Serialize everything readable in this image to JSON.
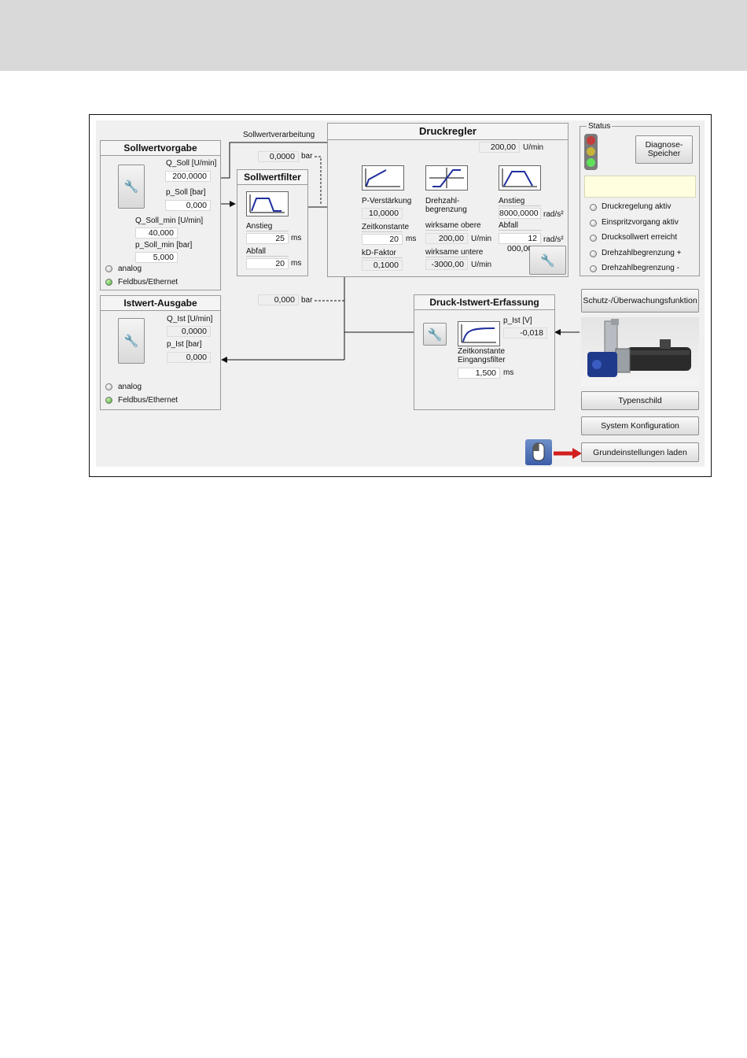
{
  "sollwertvorgabe": {
    "title": "Sollwertvorgabe",
    "q_soll_label": "Q_Soll [U/min]",
    "q_soll_value": "200,0000",
    "p_soll_label": "p_Soll [bar]",
    "p_soll_value": "0,000",
    "q_soll_min_label": "Q_Soll_min [U/min]",
    "q_soll_min_value": "40,000",
    "p_soll_min_label": "p_Soll_min [bar]",
    "p_soll_min_value": "5,000",
    "analog_label": "analog",
    "feldbus_label": "Feldbus/Ethernet"
  },
  "sollwertverarbeitung": {
    "label": "Sollwertverarbeitung",
    "value": "0,0000",
    "unit": "bar"
  },
  "sollwertfilter": {
    "title": "Sollwertfilter",
    "anstieg_label": "Anstieg",
    "anstieg_value": "25",
    "anstieg_unit": "ms",
    "abfall_label": "Abfall",
    "abfall_value": "20",
    "abfall_unit": "ms"
  },
  "druckregler": {
    "title": "Druckregler",
    "speed_value": "200,00",
    "speed_unit": "U/min",
    "p_verstaerkung_label": "P-Verstärkung",
    "p_verstaerkung_value": "10,0000",
    "zeitkonstante_label": "Zeitkonstante",
    "zeitkonstante_value": "20",
    "zeitkonstante_unit": "ms",
    "kd_faktor_label": "kD-Faktor",
    "kd_faktor_value": "0,1000",
    "drehzahl_line1": "Drehzahl-",
    "drehzahl_line2": "begrenzung",
    "obere_label": "wirksame obere",
    "obere_value": "200,00",
    "obere_unit": "U/min",
    "untere_label": "wirksame untere",
    "untere_value": "-3000,00",
    "untere_unit": "U/min",
    "anstieg_label": "Anstieg",
    "anstieg_value": "8000,0000",
    "anstieg_unit": "rad/s²",
    "abfall_label": "Abfall",
    "abfall_value": "12 000,000",
    "abfall_unit": "rad/s²"
  },
  "status": {
    "title": "Status",
    "diagnose_button": "Diagnose-\nSpeicher",
    "message": "",
    "items": [
      {
        "label": "Druckregelung aktiv"
      },
      {
        "label": "Einspritzvorgang aktiv"
      },
      {
        "label": "Drucksollwert erreicht"
      },
      {
        "label": "Drehzahlbegrenzung +"
      },
      {
        "label": "Drehzahlbegrenzung -"
      }
    ]
  },
  "feedback_value": {
    "value": "0,000",
    "unit": "bar"
  },
  "istwert_ausgabe": {
    "title": "Istwert-Ausgabe",
    "q_ist_label": "Q_Ist [U/min]",
    "q_ist_value": "0,0000",
    "p_ist_label": "p_Ist [bar]",
    "p_ist_value": "0,000",
    "analog_label": "analog",
    "feldbus_label": "Feldbus/Ethernet"
  },
  "druck_istwert": {
    "title": "Druck-Istwert-Erfassung",
    "p_ist_v_label": "p_Ist [V]",
    "p_ist_v_value": "-0,018",
    "zeitkonstante_line1": "Zeitkonstante",
    "zeitkonstante_line2": "Eingangsfilter",
    "zeitkonstante_value": "1,500",
    "zeitkonstante_unit": "ms"
  },
  "buttons": {
    "schutz": "Schutz-/Überwachungsfunktion",
    "typenschild": "Typenschild",
    "system": "System Konfiguration",
    "grundeinstellungen": "Grundeinstellungen laden"
  },
  "colors": {
    "accent_blue": "#1f2f9e",
    "led_green": "#3aa52a",
    "arrow_red": "#d21e1e",
    "message_bg": "#ffffe0"
  }
}
